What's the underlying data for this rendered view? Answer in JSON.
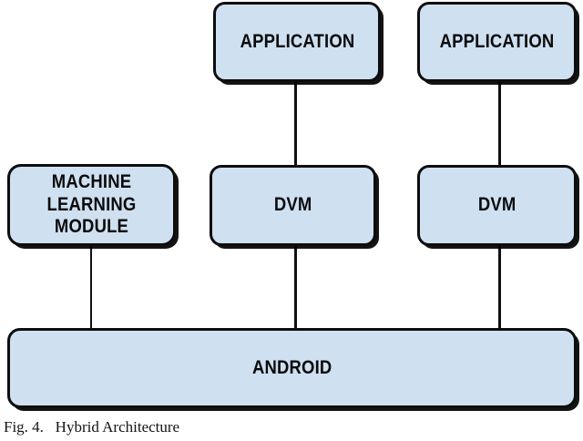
{
  "figure": {
    "caption_label": "Fig. 4.",
    "caption_title": "Hybrid Architecture",
    "caption_full": "Fig. 4.   Hybrid Architecture"
  },
  "theme": {
    "node_fill": "#cfe0f1",
    "node_stroke": "#0d0d0d",
    "connector_color": "#101010",
    "background": "#ffffff",
    "text_color": "#0b0b0b"
  },
  "diagram": {
    "type": "block-architecture",
    "nodes": [
      {
        "id": "app-1",
        "label": "APPLICATION"
      },
      {
        "id": "app-2",
        "label": "APPLICATION"
      },
      {
        "id": "ml",
        "label": "MACHINE LEARNING\nMODULE"
      },
      {
        "id": "dvm-1",
        "label": "DVM"
      },
      {
        "id": "dvm-2",
        "label": "DVM"
      },
      {
        "id": "android",
        "label": "ANDROID"
      }
    ],
    "edges": [
      {
        "id": "app1-dvm1",
        "from": "app-1",
        "to": "dvm-1"
      },
      {
        "id": "app2-dvm2",
        "from": "app-2",
        "to": "dvm-2"
      },
      {
        "id": "ml-android",
        "from": "ml",
        "to": "android"
      },
      {
        "id": "dvm1-android",
        "from": "dvm-1",
        "to": "android"
      },
      {
        "id": "dvm2-android",
        "from": "dvm-2",
        "to": "android"
      }
    ]
  }
}
